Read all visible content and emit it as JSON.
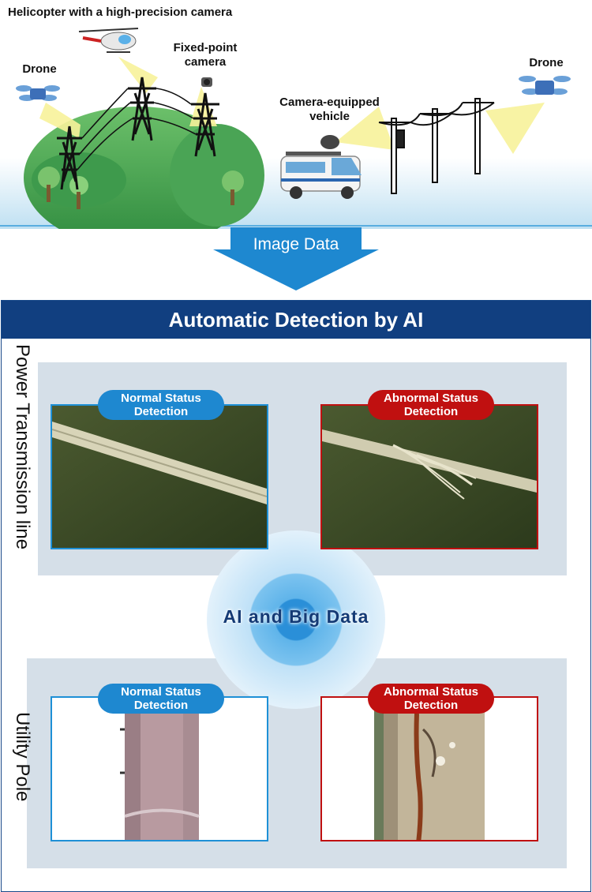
{
  "scene": {
    "helicopter_label": "Helicopter with a high-precision camera",
    "drone_left_label": "Drone",
    "fixed_camera_label_line1": "Fixed-point",
    "fixed_camera_label_line2": "camera",
    "vehicle_label_line1": "Camera-equipped",
    "vehicle_label_line2": "vehicle",
    "drone_right_label": "Drone"
  },
  "arrow": {
    "label": "Image Data"
  },
  "panel": {
    "title": "Automatic Detection by AI",
    "center_label": "AI and Big Data",
    "rows": [
      {
        "side_label": "Power Transmission line",
        "normal": {
          "line1": "Normal Status",
          "line2": "Detection"
        },
        "abnormal": {
          "line1": "Abnormal Status",
          "line2": "Detection"
        }
      },
      {
        "side_label": "Utility Pole",
        "normal": {
          "line1": "Normal Status",
          "line2": "Detection"
        },
        "abnormal": {
          "line1": "Abnormal Status",
          "line2": "Detection"
        }
      }
    ]
  },
  "colors": {
    "header_blue": "#113f80",
    "arrow_blue": "#1e88d0",
    "normal_blue": "#1e88d0",
    "abnormal_red": "#c01010",
    "band_gray": "#d5dfe8"
  }
}
